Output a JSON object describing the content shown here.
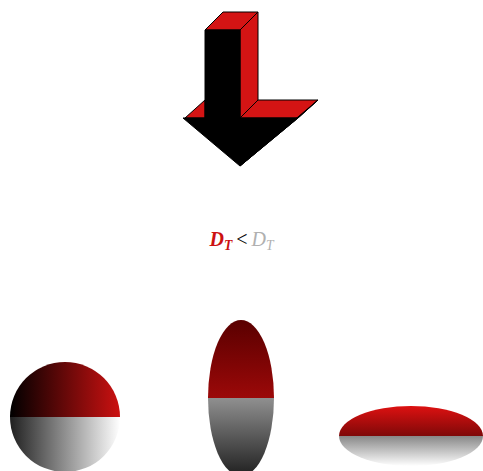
{
  "diagram": {
    "labels": [
      "D",
      "T",
      "<",
      "D",
      "T"
    ]
  }
}
